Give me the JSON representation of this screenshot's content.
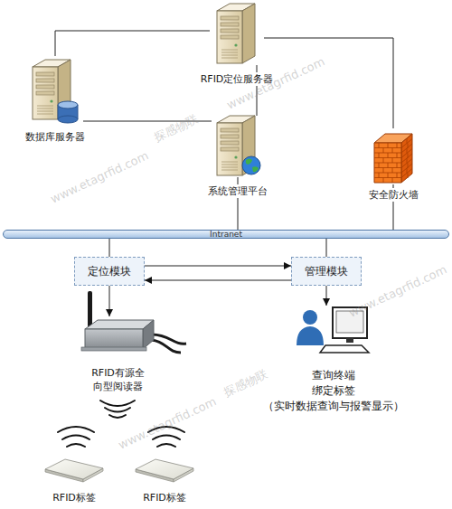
{
  "diagram": {
    "nodes": [
      {
        "text": [
          "RFID定位服务器"
        ]
      },
      {
        "text": [
          "数据库服务器"
        ]
      },
      {
        "text": [
          "系统管理平台"
        ]
      },
      {
        "text": [
          "安全防火墙"
        ]
      },
      {
        "text": [
          "Intranet"
        ]
      },
      {
        "text": [
          "定位模块"
        ]
      },
      {
        "text": [
          "管理模块"
        ]
      },
      {
        "text": [
          "RFID有源全 向型阅读器"
        ]
      },
      {
        "text": [
          "查询终端",
          "绑定标签",
          "（实时数据查询与报警显示）"
        ]
      },
      {
        "text": [
          "RFID标签"
        ]
      },
      {
        "text": [
          "RFID标签"
        ]
      }
    ],
    "edges": [
      {
        "from": 0,
        "to": 1,
        "arrow": "none"
      },
      {
        "from": 0,
        "to": 3,
        "arrow": "none"
      },
      {
        "from": 0,
        "to": 2,
        "arrow": "none"
      },
      {
        "from": 1,
        "to": 2,
        "arrow": "none"
      },
      {
        "from": 2,
        "to": 4,
        "arrow": "none"
      },
      {
        "from": 3,
        "to": 4,
        "arrow": "none"
      },
      {
        "from": 4,
        "to": 5,
        "arrow": "none"
      },
      {
        "from": 4,
        "to": 6,
        "arrow": "none"
      },
      {
        "from": 5,
        "to": 6,
        "arrow": "to"
      },
      {
        "from": 6,
        "to": 5,
        "arrow": "to"
      },
      {
        "from": 5,
        "to": 7,
        "arrow": "to"
      },
      {
        "from": 6,
        "to": 8,
        "arrow": "to"
      }
    ],
    "labels": [
      "www.etagrfid.com",
      "探感物联",
      "www.etagrfid.com",
      "www.etagrfid.com",
      "探感物联",
      "www.etagrfid.com"
    ]
  }
}
